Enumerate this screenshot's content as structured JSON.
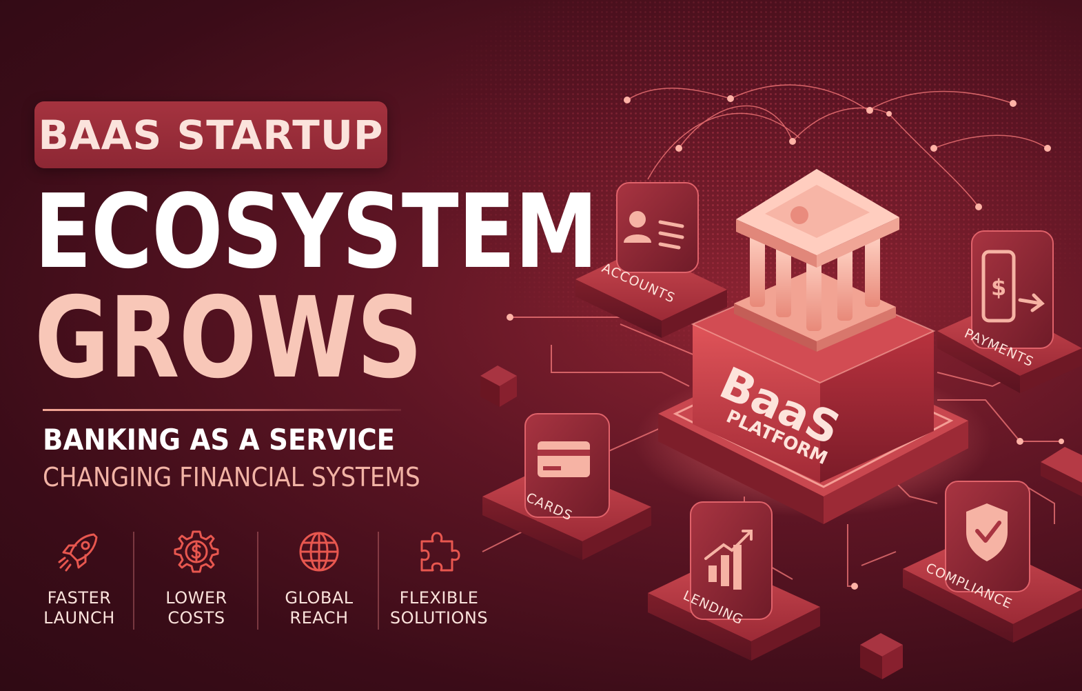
{
  "badge": "BAAS STARTUP",
  "headline": {
    "line1": "ECOSYSTEM",
    "line2": "GROWS"
  },
  "subtitle": {
    "line1": "BANKING AS A SERVICE",
    "line2": "CHANGING FINANCIAL SYSTEMS"
  },
  "features": [
    {
      "icon": "rocket-icon",
      "line1": "FASTER",
      "line2": "LAUNCH"
    },
    {
      "icon": "gear-dollar-icon",
      "line1": "LOWER",
      "line2": "COSTS"
    },
    {
      "icon": "globe-icon",
      "line1": "GLOBAL",
      "line2": "REACH"
    },
    {
      "icon": "puzzle-icon",
      "line1": "FLEXIBLE",
      "line2": "SOLUTIONS"
    }
  ],
  "platform": {
    "title": "BaaS",
    "subtitle": "PLATFORM"
  },
  "modules": {
    "accounts": "ACCOUNTS",
    "payments": "PAYMENTS",
    "cards": "CARDS",
    "lending": "LENDING",
    "compliance": "COMPLIANCE"
  },
  "colors": {
    "background": "#3b0c18",
    "accent": "#f8c7b8",
    "badge": "#a5333f",
    "glow": "#ff6b6b"
  }
}
